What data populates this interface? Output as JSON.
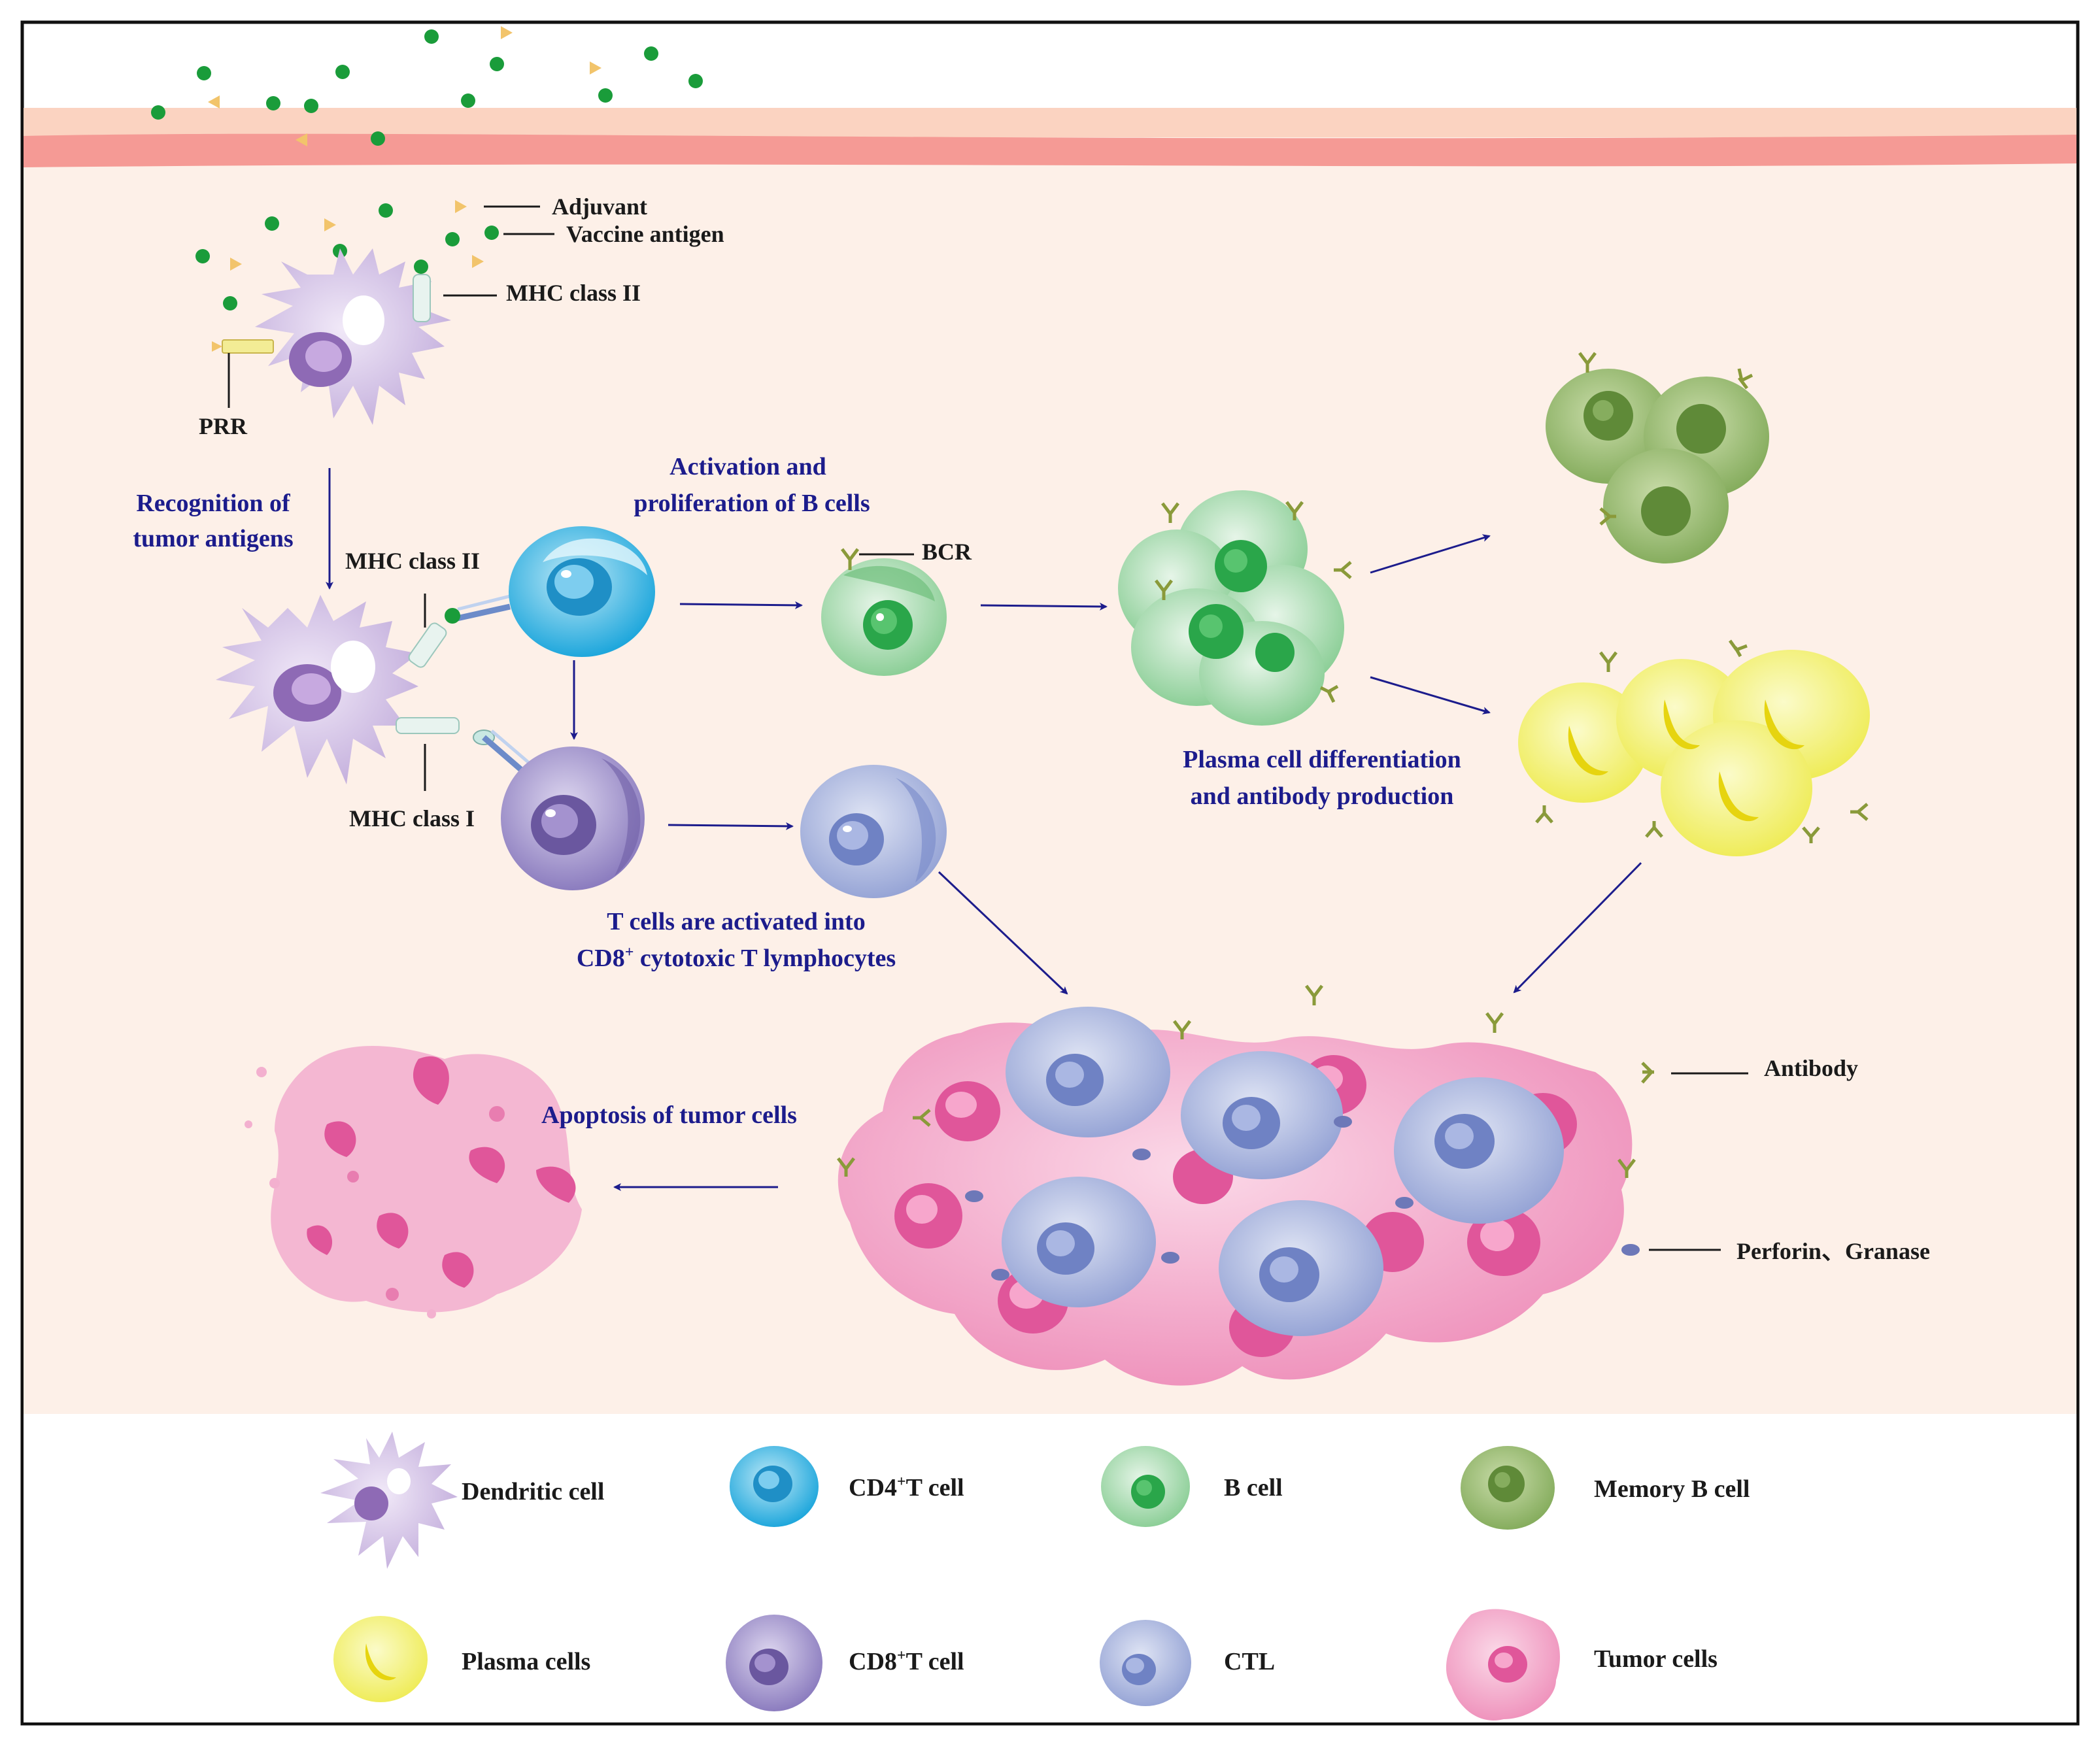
{
  "colors": {
    "background": "#fdf0e8",
    "membrane_outer": "#fbd3c1",
    "membrane_inner": "#f59a95",
    "arrow": "#1c1c8c",
    "antigen": "#1a9c3a",
    "adjuvant": "#f2c46b",
    "dendritic": "#c9b4df",
    "cd4": "#35b8e6",
    "b_cell": "#9fd6a8",
    "memory_b": "#8fb46a",
    "plasma": "#f2f07a",
    "cd8": "#9d8fc9",
    "ctl": "#a8b4dd",
    "tumor": "#f2a6c6",
    "perforin": "#6d78b8",
    "antibody": "#8a9a3a"
  },
  "labels": {
    "adjuvant": "Adjuvant",
    "vaccine_antigen": "Vaccine antigen",
    "mhc_class_ii_top": "MHC class II",
    "prr": "PRR",
    "recognition_line1": "Recognition of",
    "recognition_line2": "tumor antigens",
    "mhc_class_ii_mid": "MHC class II",
    "mhc_class_i": "MHC class I",
    "activation_line1": "Activation and",
    "activation_line2": "proliferation of B cells",
    "bcr": "BCR",
    "plasma_diff_line1": "Plasma cell differentiation",
    "plasma_diff_line2": "and antibody production",
    "t_activated_line1": "T cells are activated into",
    "t_activated_line2_pre": "CD8",
    "t_activated_line2_sup": "+",
    "t_activated_line2_post": " cytotoxic T lymphocytes",
    "apoptosis": "Apoptosis of tumor cells",
    "antibody": "Antibody",
    "perforin": "Perforin、Granase"
  },
  "legend": [
    {
      "key": "dendritic",
      "label": "Dendritic cell",
      "sup_pre": "",
      "sup": "",
      "sup_post": ""
    },
    {
      "key": "cd4",
      "label": "",
      "sup_pre": "CD4",
      "sup": "+",
      "sup_post": "T cell"
    },
    {
      "key": "b_cell",
      "label": "B cell",
      "sup_pre": "",
      "sup": "",
      "sup_post": ""
    },
    {
      "key": "memory_b",
      "label": "Memory B cell",
      "sup_pre": "",
      "sup": "",
      "sup_post": ""
    },
    {
      "key": "plasma",
      "label": "Plasma cells",
      "sup_pre": "",
      "sup": "",
      "sup_post": ""
    },
    {
      "key": "cd8",
      "label": "",
      "sup_pre": "CD8",
      "sup": "+",
      "sup_post": "T cell"
    },
    {
      "key": "ctl",
      "label": "CTL",
      "sup_pre": "",
      "sup": "",
      "sup_post": ""
    },
    {
      "key": "tumor",
      "label": "Tumor cells",
      "sup_pre": "",
      "sup": "",
      "sup_post": ""
    }
  ]
}
